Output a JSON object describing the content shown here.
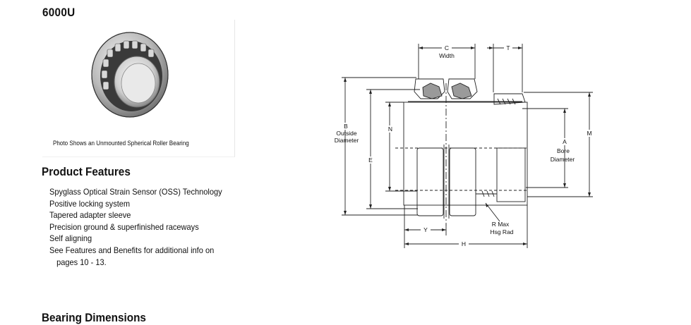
{
  "page": {
    "model": "6000U",
    "photo_caption": "Photo Shows an Unmounted Spherical Roller Bearing",
    "features_title": "Product Features",
    "features": [
      "Spyglass Optical Strain Sensor (OSS) Technology",
      "Positive locking system",
      "Tapered adapter sleeve",
      "Precision ground & superfinished raceways",
      "Self aligning",
      "See Features and Benefits for additional info on"
    ],
    "features_continuation": "pages 10 - 13.",
    "dimensions_title": "Bearing Dimensions"
  },
  "drawing": {
    "labels": {
      "c_letter": "C",
      "c_width": "Width",
      "t": "T",
      "b_letter": "B",
      "b_outside": "Outside",
      "b_diameter": "Diameter",
      "n": "N",
      "e": "E",
      "a_letter": "A",
      "a_bore": "Bore",
      "a_diameter": "Diameter",
      "m": "M",
      "y": "Y",
      "r_max": "R Max",
      "r_hsg": "Hsg Rad",
      "h": "H"
    }
  }
}
